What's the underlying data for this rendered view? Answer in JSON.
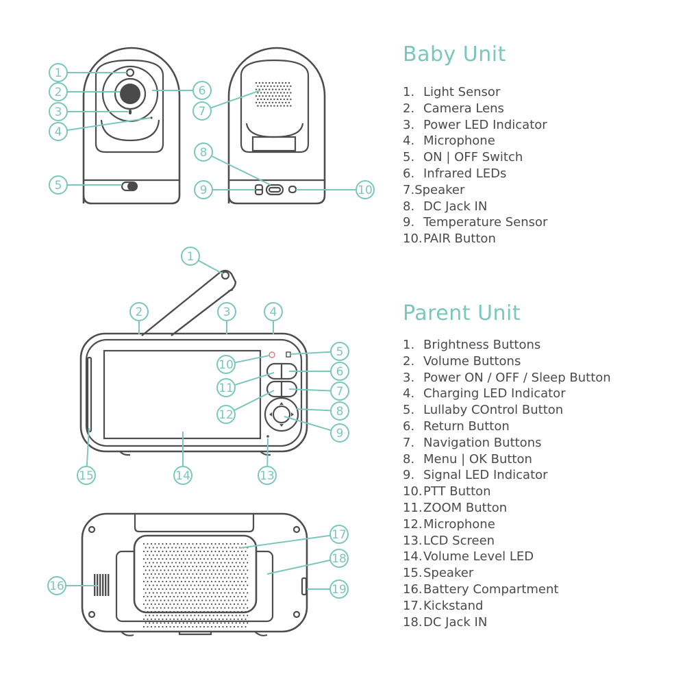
{
  "baby_unit": {
    "title": "Baby Unit",
    "items": [
      {
        "num": "1.",
        "label": "Light Sensor"
      },
      {
        "num": "2.",
        "label": "Camera Lens"
      },
      {
        "num": "3.",
        "label": "Power LED Indicator"
      },
      {
        "num": "4.",
        "label": "Microphone"
      },
      {
        "num": "5.",
        "label": "ON | OFF Switch"
      },
      {
        "num": "6.",
        "label": "Infrared LEDs"
      },
      {
        "num": "7.",
        "label": "Speaker",
        "tight": true
      },
      {
        "num": "8.",
        "label": "DC Jack IN"
      },
      {
        "num": "9.",
        "label": "Temperature Sensor"
      },
      {
        "num": "10.",
        "label": "PAIR Button"
      }
    ],
    "callouts": [
      "1",
      "2",
      "3",
      "4",
      "5",
      "6",
      "7",
      "8",
      "9",
      "10"
    ]
  },
  "parent_unit": {
    "title": "Parent Unit",
    "items": [
      {
        "num": "1.",
        "label": "Brightness Buttons"
      },
      {
        "num": "2.",
        "label": "Volume Buttons"
      },
      {
        "num": "3.",
        "label": "Power ON / OFF / Sleep Button"
      },
      {
        "num": "4.",
        "label": "Charging LED Indicator"
      },
      {
        "num": "5.",
        "label": "Lullaby COntrol Button"
      },
      {
        "num": "6.",
        "label": "Return Button"
      },
      {
        "num": "7.",
        "label": "Navigation Buttons"
      },
      {
        "num": "8.",
        "label": "Menu | OK Button"
      },
      {
        "num": "9.",
        "label": "Signal LED Indicator"
      },
      {
        "num": "10.",
        "label": "PTT Button"
      },
      {
        "num": "11.",
        "label": "ZOOM Button"
      },
      {
        "num": "12.",
        "label": "Microphone"
      },
      {
        "num": "13.",
        "label": "LCD Screen"
      },
      {
        "num": "14.",
        "label": "Volume Level LED"
      },
      {
        "num": "15.",
        "label": "Speaker"
      },
      {
        "num": "16.",
        "label": "Battery Compartment"
      },
      {
        "num": "17.",
        "label": "Kickstand"
      },
      {
        "num": "18.",
        "label": "DC Jack IN"
      }
    ],
    "callouts": [
      "1",
      "2",
      "3",
      "4",
      "5",
      "6",
      "7",
      "8",
      "9",
      "10",
      "11",
      "12",
      "13",
      "14",
      "15",
      "16",
      "17",
      "18",
      "19"
    ]
  },
  "colors": {
    "accent": "#7cc7bb",
    "outline": "#4d4d4d",
    "power_icon": "#e07a7a"
  }
}
